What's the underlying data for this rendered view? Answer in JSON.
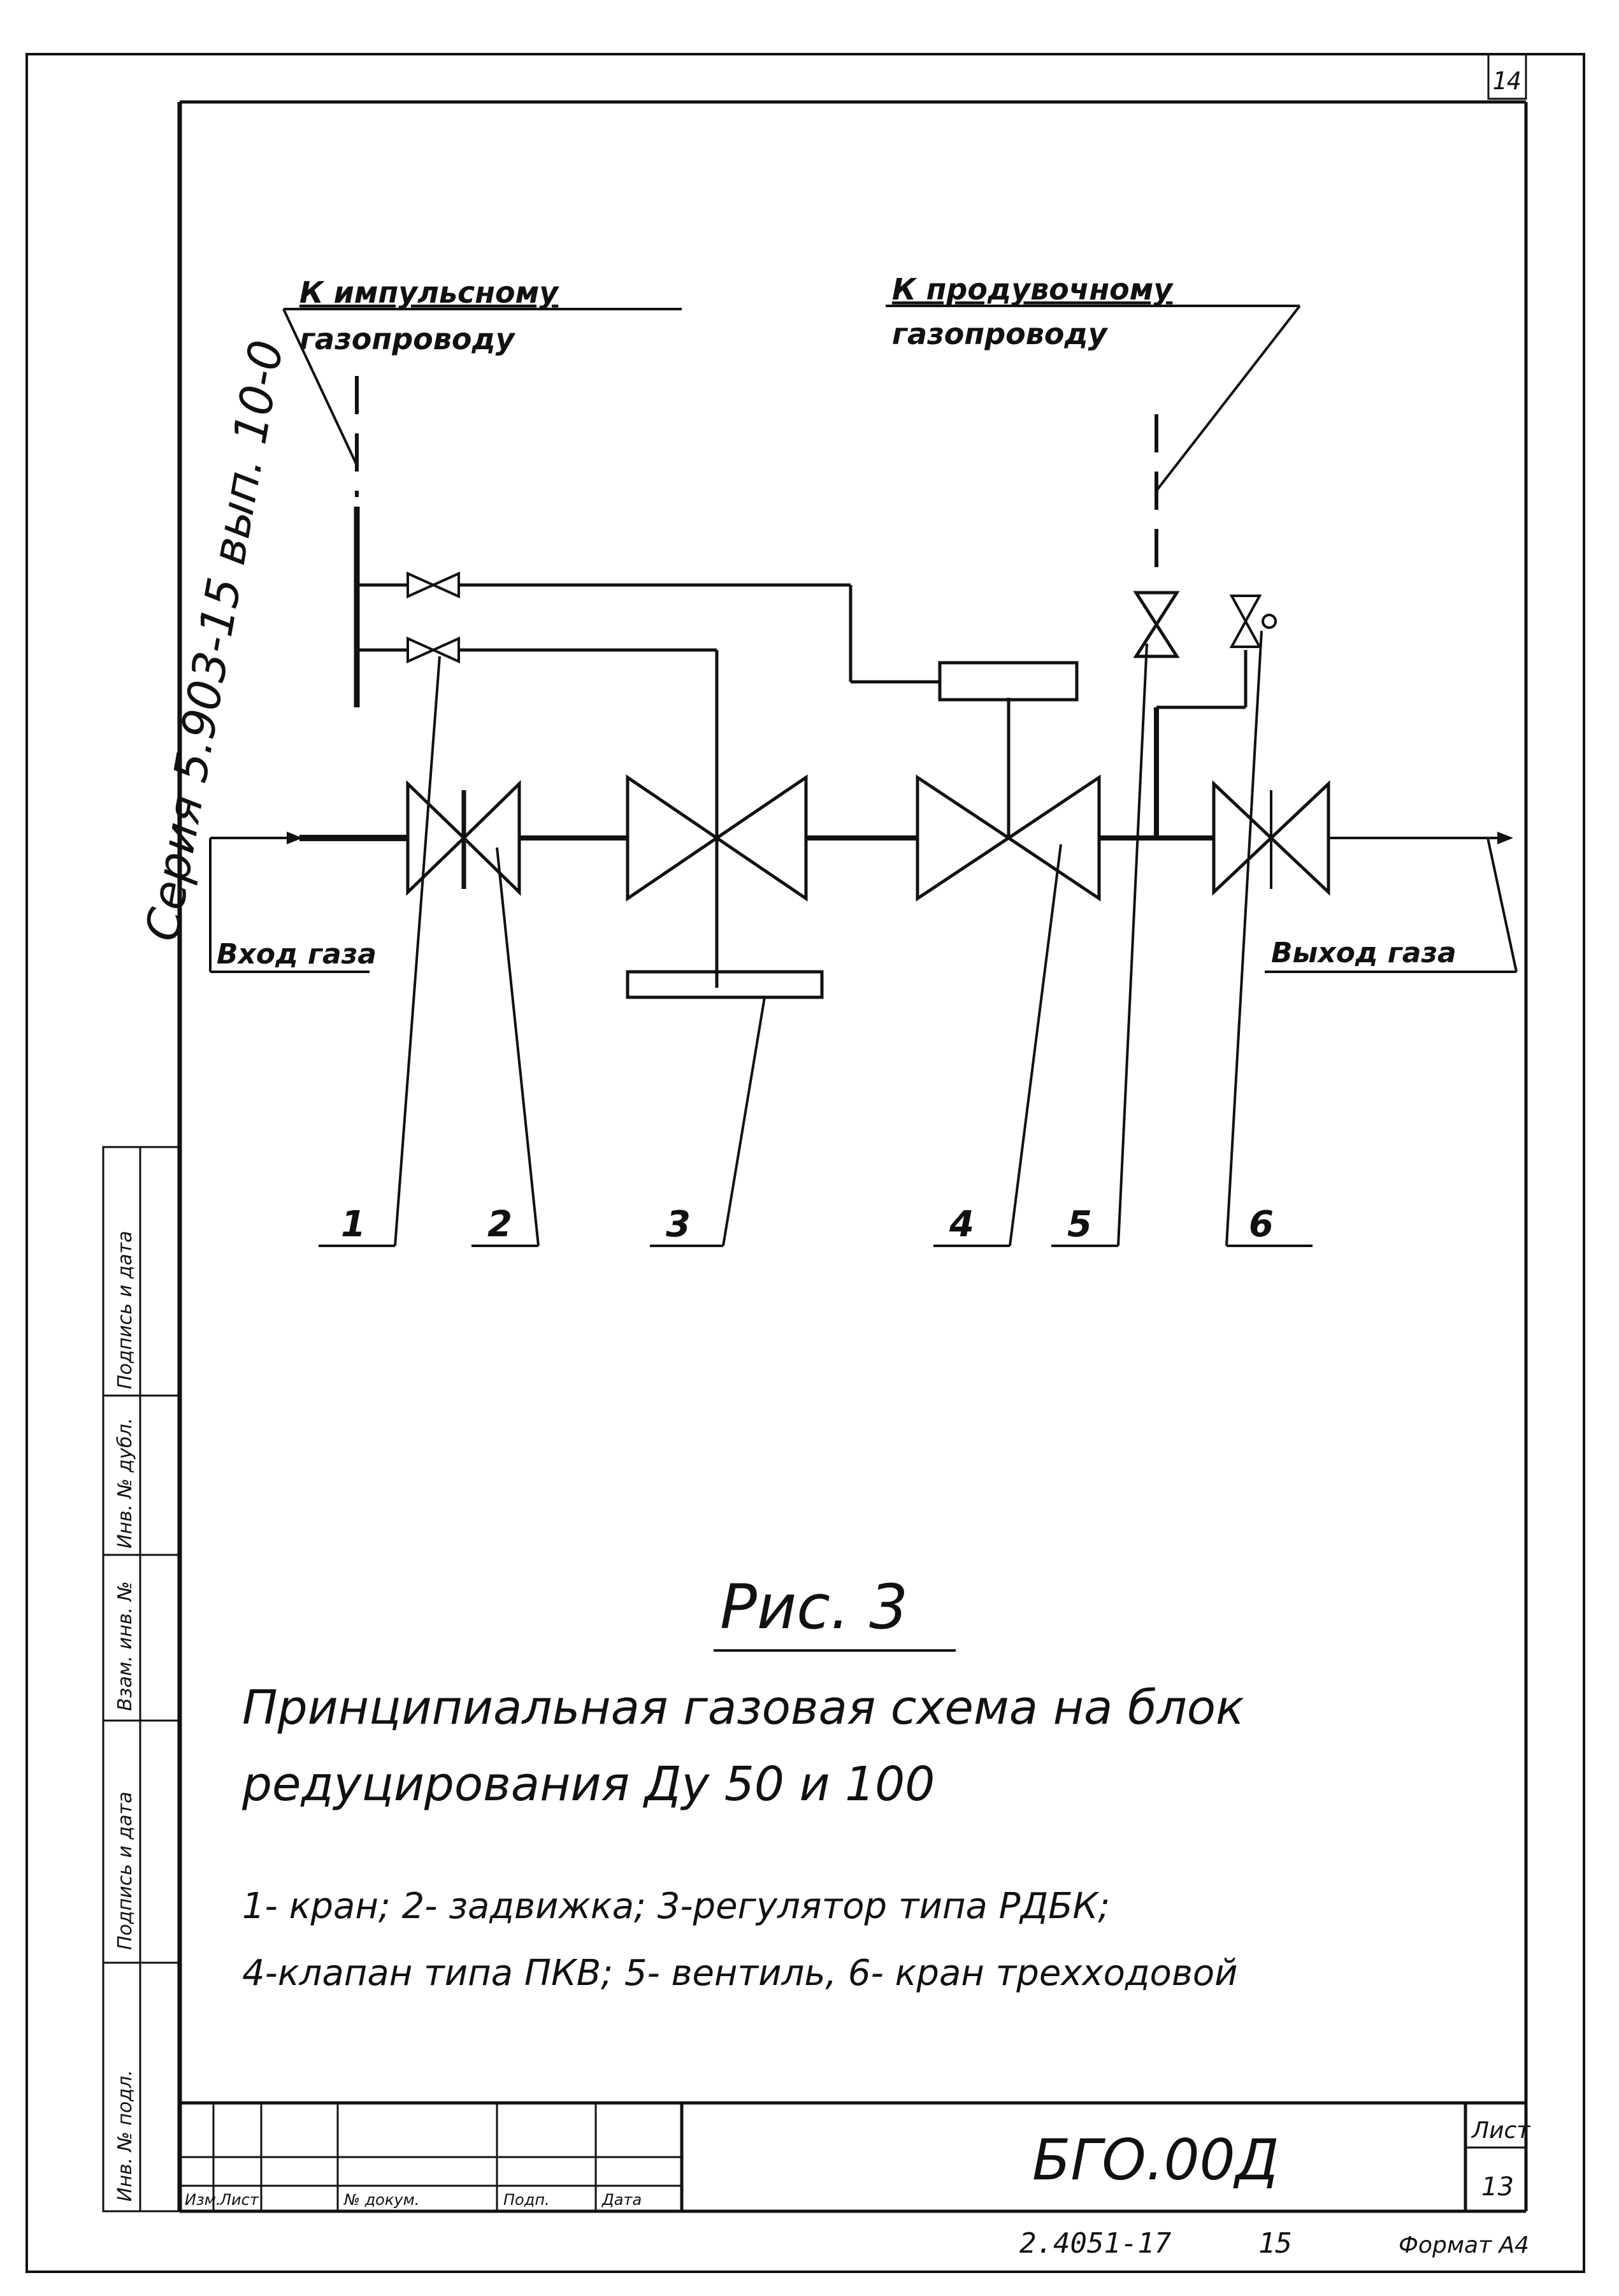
{
  "sheet": {
    "page_number": "14",
    "series_note": "Серия 5.903-15 вып. 10-0"
  },
  "schema": {
    "label_impulse_1": "К импульсному",
    "label_impulse_2": "газопроводу",
    "label_purge_1": "К продувочному",
    "label_purge_2": "газопроводу",
    "gas_inlet": "Вход газа",
    "gas_outlet": "Выход газа",
    "callouts": [
      "1",
      "2",
      "3",
      "4",
      "5",
      "6"
    ]
  },
  "caption": {
    "figure": "Рис. 3",
    "title_line1": "Принципиальная газовая схема на блок",
    "title_line2": "редуцирования Ду 50 и 100",
    "legend_line1": "1- кран; 2- задвижка; 3-регулятор типа РДБК;",
    "legend_line2": "4-клапан типа ПКВ; 5- вентиль, 6- кран трехходовой"
  },
  "side_stamp": {
    "cells": [
      "Инв. № подл.",
      "Подпись и дата",
      "Взам. инв. №",
      "Инв. № дубл.",
      "Подпись и дата"
    ]
  },
  "title_block": {
    "designation": "БГО.00Д",
    "sheet_label": "Лист",
    "sheet_number": "13",
    "columns": [
      "Изм.",
      "Лист",
      "№ докум.",
      "Подп.",
      "Дата"
    ],
    "footer_code": "2.4051-17",
    "footer_num": "15",
    "format": "Формат А4"
  }
}
